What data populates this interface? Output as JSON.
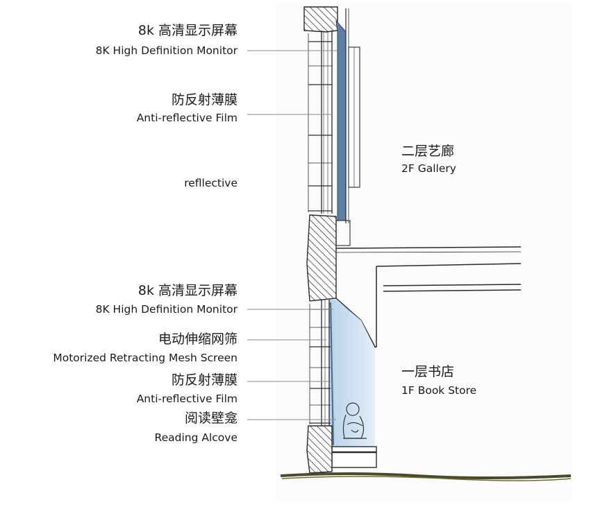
{
  "labels": {
    "monitor_top": {
      "zh": "8k 高清显示屏幕",
      "en": "8K High Definition Monitor"
    },
    "film_top": {
      "zh": "防反射薄膜",
      "en": "Anti-reflective Film"
    },
    "reflective_note": "refllective",
    "monitor_bottom": {
      "zh": "8k 高清显示屏幕",
      "en": "8K High Definition Monitor"
    },
    "mesh_screen": {
      "zh": "电动伸缩网筛",
      "en": "Motorized Retracting Mesh Screen"
    },
    "film_bottom": {
      "zh": "防反射薄膜",
      "en": "Anti-reflective Film"
    },
    "reading_alcove": {
      "zh": "阅读壁龛",
      "en": "Reading Alcove"
    }
  },
  "spaces": {
    "gallery": {
      "zh": "二层艺廊",
      "en": "2F Gallery"
    },
    "bookstore": {
      "zh": "一层书店",
      "en": "1F Book Store"
    }
  },
  "colors": {
    "sketch_line": "#2a2a2a",
    "hatch": "#3a3a3a",
    "leader": "#8a8a8a",
    "glass_blue": "#c7dcef",
    "monitor_blue": "#4e6f97",
    "ground": "#4a4a2a"
  }
}
